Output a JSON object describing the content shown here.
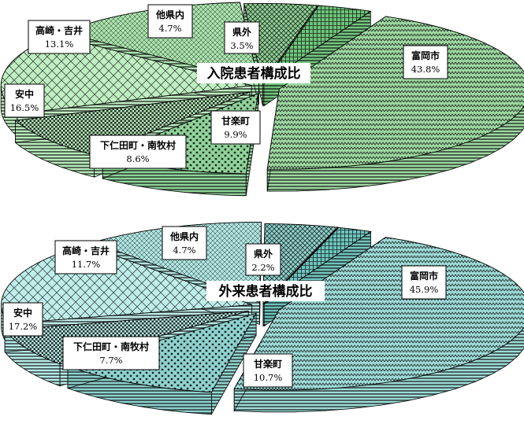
{
  "colors": {
    "inpatient": [
      "#9fd9a3",
      "#8fd39a",
      "#b8ebbc",
      "#c0efc2",
      "#a9e2ad",
      "#8fcf95",
      "#6ec27a"
    ],
    "outpatient": [
      "#9fdcd8",
      "#8fd2cf",
      "#b8ece8",
      "#bfeeea",
      "#aee4e0",
      "#8fd0cb",
      "#6fc3bd"
    ],
    "outline": "#000000"
  },
  "chart_data": [
    {
      "type": "pie",
      "title": "入院患者構成比",
      "slices": [
        {
          "name": "富岡市",
          "value": 43.8,
          "label": "43.8%"
        },
        {
          "name": "甘楽町",
          "value": 9.9,
          "label": "9.9%"
        },
        {
          "name": "下仁田町・南牧村",
          "value": 8.6,
          "label": "8.6%"
        },
        {
          "name": "安中",
          "value": 16.5,
          "label": "16.5%"
        },
        {
          "name": "高崎・吉井",
          "value": 13.1,
          "label": "13.1%"
        },
        {
          "name": "他県内",
          "value": 4.7,
          "label": "4.7%"
        },
        {
          "name": "県外",
          "value": 3.5,
          "label": "3.5%"
        }
      ]
    },
    {
      "type": "pie",
      "title": "外来患者構成比",
      "slices": [
        {
          "name": "富岡市",
          "value": 45.9,
          "label": "45.9%"
        },
        {
          "name": "甘楽町",
          "value": 10.7,
          "label": "10.7%"
        },
        {
          "name": "下仁田町・南牧村",
          "value": 7.7,
          "label": "7.7%"
        },
        {
          "name": "安中",
          "value": 17.2,
          "label": "17.2%"
        },
        {
          "name": "高崎・吉井",
          "value": 11.7,
          "label": "11.7%"
        },
        {
          "name": "他県内",
          "value": 4.7,
          "label": "4.7%"
        },
        {
          "name": "県外",
          "value": 2.2,
          "label": "2.2%"
        }
      ]
    }
  ]
}
